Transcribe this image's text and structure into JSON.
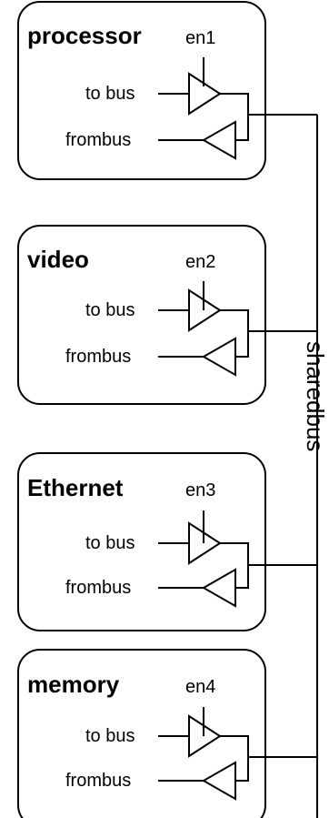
{
  "modules": [
    {
      "name": "processor",
      "enable": "en1",
      "to_label": "to bus",
      "from_label": "frombus"
    },
    {
      "name": "video",
      "enable": "en2",
      "to_label": "to bus",
      "from_label": "frombus"
    },
    {
      "name": "Ethernet",
      "enable": "en3",
      "to_label": "to bus",
      "from_label": "frombus"
    },
    {
      "name": "memory",
      "enable": "en4",
      "to_label": "to bus",
      "from_label": "frombus"
    }
  ],
  "bus": {
    "label": "sharedbus"
  },
  "colors": {
    "stroke": "#000000",
    "background": "#ffffff"
  },
  "icons": [
    "tristate-buffer-icon",
    "input-buffer-icon"
  ]
}
